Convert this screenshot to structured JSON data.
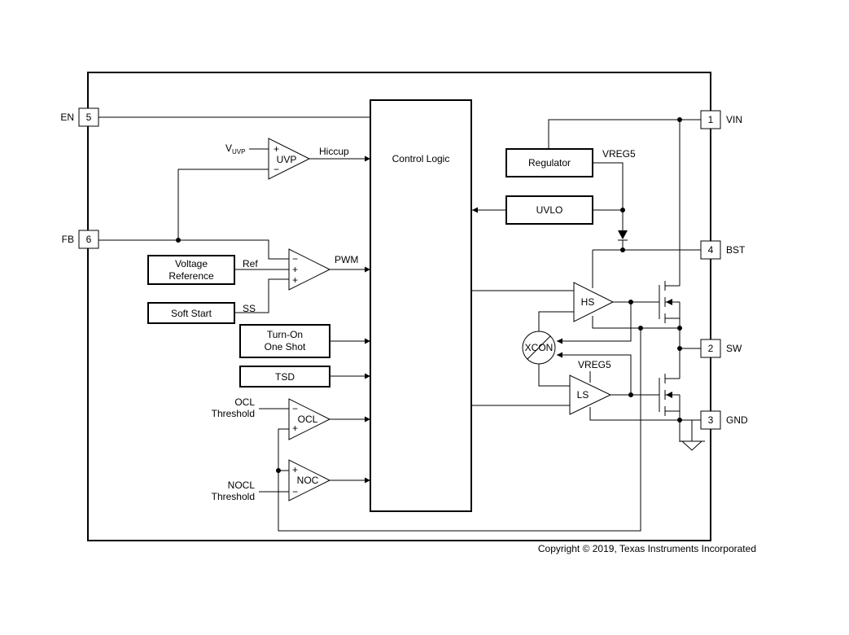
{
  "pins": {
    "en": {
      "label": "EN",
      "number": "5"
    },
    "fb": {
      "label": "FB",
      "number": "6"
    },
    "vin": {
      "label": "VIN",
      "number": "1"
    },
    "bst": {
      "label": "BST",
      "number": "4"
    },
    "sw": {
      "label": "SW",
      "number": "2"
    },
    "gnd": {
      "label": "GND",
      "number": "3"
    }
  },
  "blocks": {
    "control_logic": "Control Logic",
    "regulator": "Regulator",
    "uvlo": "UVLO",
    "voltage_reference_1": "Voltage",
    "voltage_reference_2": "Reference",
    "soft_start": "Soft Start",
    "turn_on_1": "Turn-On",
    "turn_on_2": "One Shot",
    "tsd": "TSD"
  },
  "amps": {
    "uvp": "UVP",
    "ocl": "OCL",
    "noc": "NOC",
    "hs": "HS",
    "ls": "LS",
    "xcon": "XCON"
  },
  "signals": {
    "vuvp_main": "V",
    "vuvp_sub": "UVP",
    "hiccup": "Hiccup",
    "pwm": "PWM",
    "ref": "Ref",
    "ss": "SS",
    "vreg5_top": "VREG5",
    "vreg5_ls": "VREG5",
    "ocl_thr_1": "OCL",
    "ocl_thr_2": "Threshold",
    "nocl_thr_1": "NOCL",
    "nocl_thr_2": "Threshold"
  },
  "footer": {
    "copyright": "Copyright © 2019, Texas Instruments Incorporated"
  }
}
